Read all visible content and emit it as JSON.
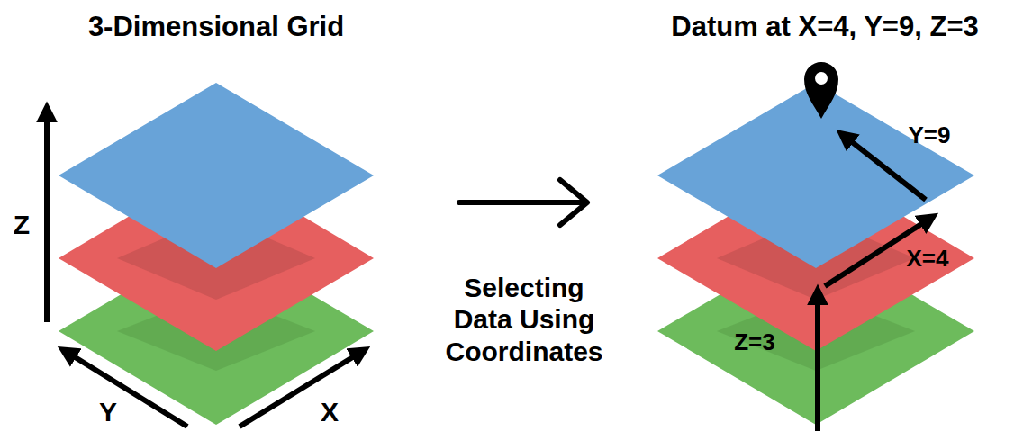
{
  "diagram": {
    "labels": [
      "3-Dimensional Grid",
      "Z",
      "Y",
      "X",
      "Selecting Data Using Coordinates",
      "Datum at X=4, Y=9, Z=3",
      "Y=9",
      "X=4",
      "Z=3"
    ]
  }
}
